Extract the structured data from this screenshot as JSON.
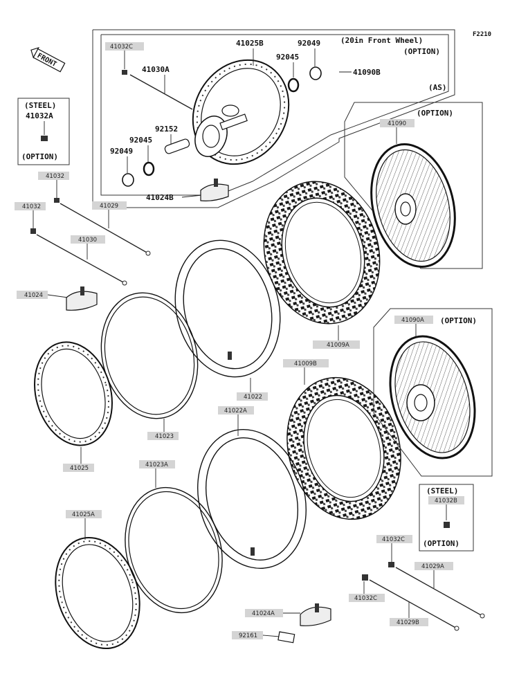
{
  "figure_code": "F2210",
  "front_label": "FRONT",
  "headings": {
    "front_wheel_option_line1": "(20in Front Wheel)",
    "front_wheel_option_line2": "(OPTION)",
    "as": "(AS)",
    "option": "(OPTION)",
    "steel": "(STEEL)"
  },
  "parts": {
    "p41032C_top": "41032C",
    "p41030A": "41030A",
    "p41025B": "41025B",
    "p92049_top": "92049",
    "p92045_top": "92045",
    "p41090B": "41090B",
    "p92152": "92152",
    "p92045_bot": "92045",
    "p92049_bot": "92049",
    "p41024B": "41024B",
    "p41032A": "41032A",
    "p41090": "41090",
    "p41032_1": "41032",
    "p41032_2": "41032",
    "p41029": "41029",
    "p41030": "41030",
    "p41024": "41024",
    "p41009A": "41009A",
    "p41023": "41023",
    "p41025": "41025",
    "p41022": "41022",
    "p41009B": "41009B",
    "p41090A": "41090A",
    "p41022A": "41022A",
    "p41023A": "41023A",
    "p41032B": "41032B",
    "p41025A": "41025A",
    "p41032C_r1": "41032C",
    "p41029A": "41029A",
    "p41032C_r2": "41032C",
    "p41029B": "41029B",
    "p41024A": "41024A",
    "p92161": "92161"
  }
}
